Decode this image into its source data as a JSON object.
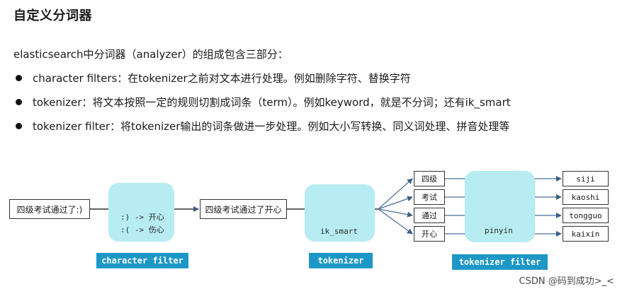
{
  "title": "自定义分词器",
  "intro": "elasticsearch中分词器（analyzer）的组成包含三部分：",
  "bullets": [
    "character filters：在tokenizer之前对文本进行处理。例如删除字符、替换字符",
    "tokenizer：将文本按照一定的规则切割成词条（term）。例如keyword，就是不分词；还有ik_smart",
    "tokenizer filter：将tokenizer输出的词条做进一步处理。例如大小写转换、同义词处理、拼音处理等"
  ],
  "diagram": {
    "input_text": "四级考试通过了:)",
    "char_filter_rules": [
      ":) -> 开心",
      ":( -> 伤心"
    ],
    "filtered_text": "四级考试通过了开心",
    "tokenizer_name": "ik_smart",
    "tokens": [
      "四级",
      "考试",
      "通过",
      "开心"
    ],
    "token_filter_name": "pinyin",
    "outputs": [
      "siji",
      "kaoshi",
      "tongguo",
      "kaixin"
    ],
    "labels": {
      "character_filter": "character filter",
      "tokenizer": "tokenizer",
      "tokenizer_filter": "tokenizer filter"
    }
  },
  "watermark": "CSDN @码到成功>_<"
}
